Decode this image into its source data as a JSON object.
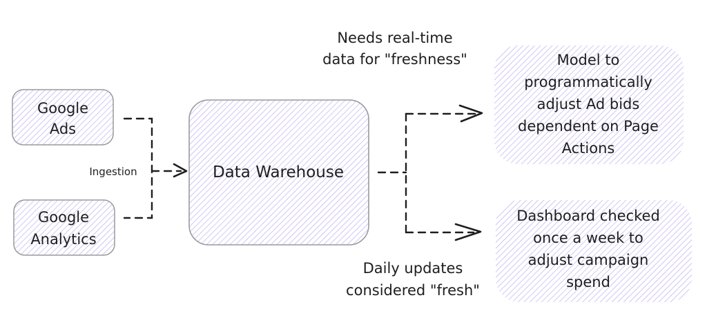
{
  "diagram": {
    "style": "hand-drawn hatched boxes",
    "colors": {
      "hatch": "#b9a8f0",
      "box_border": "#9a9a9a",
      "ink": "#1e1e1e"
    },
    "nodes": {
      "google_ads": {
        "lines": [
          "Google",
          "Ads"
        ]
      },
      "google_analytics": {
        "lines": [
          "Google",
          "Analytics"
        ]
      },
      "data_warehouse": {
        "lines": [
          "Data Warehouse"
        ]
      },
      "ad_bid_model": {
        "lines": [
          "Model to",
          "programmatically",
          "adjust Ad bids",
          "dependent on Page",
          "Actions"
        ]
      },
      "dashboard": {
        "lines": [
          "Dashboard checked",
          "once a week to",
          "adjust campaign",
          "spend"
        ]
      }
    },
    "edge_labels": {
      "ingestion": "Ingestion"
    },
    "annotations": {
      "realtime": {
        "lines": [
          "Needs real-time",
          "data for \"freshness\""
        ]
      },
      "daily": {
        "lines": [
          "Daily updates",
          "considered \"fresh\""
        ]
      }
    },
    "edges": [
      {
        "from": "google_ads",
        "to": "data_warehouse",
        "label": "Ingestion",
        "style": "dashed"
      },
      {
        "from": "google_analytics",
        "to": "data_warehouse",
        "label": "Ingestion",
        "style": "dashed"
      },
      {
        "from": "data_warehouse",
        "to": "ad_bid_model",
        "style": "dashed"
      },
      {
        "from": "data_warehouse",
        "to": "dashboard",
        "style": "dashed"
      }
    ]
  }
}
